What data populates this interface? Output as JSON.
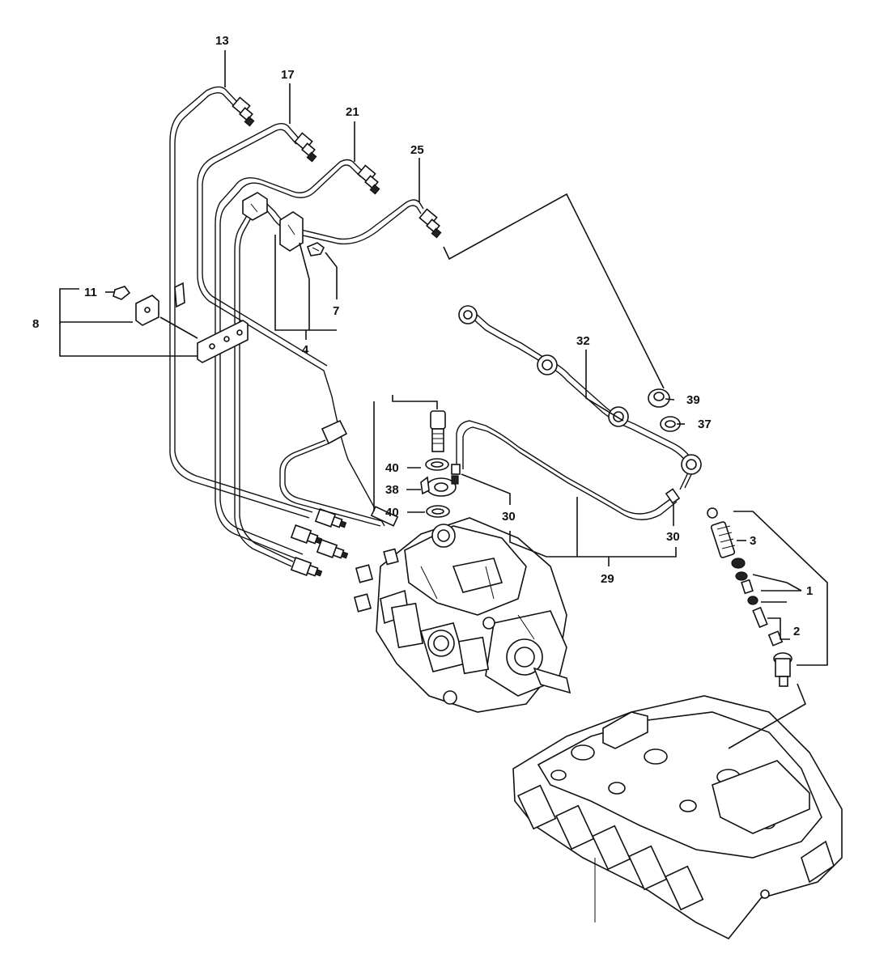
{
  "diagram": {
    "callouts": {
      "c13": "13",
      "c17": "17",
      "c21": "21",
      "c25": "25",
      "c11": "11",
      "c8": "8",
      "c7": "7",
      "c4": "4",
      "c32": "32",
      "c39": "39",
      "c37": "37",
      "c40a": "40",
      "c38": "38",
      "c40b": "40",
      "c30a": "30",
      "c30b": "30",
      "c3": "3",
      "c1": "1",
      "c2": "2",
      "c29": "29"
    }
  }
}
